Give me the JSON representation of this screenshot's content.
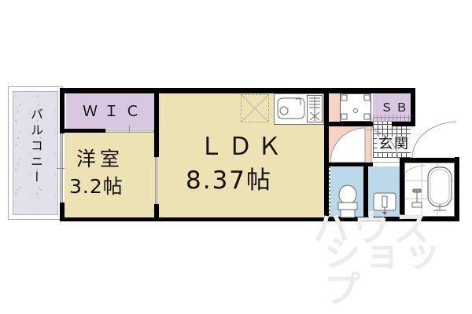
{
  "plan": {
    "rooms": {
      "balcony": {
        "label": "バルコニー"
      },
      "wic": {
        "label": "ＷＩＣ"
      },
      "western_room": {
        "label": "洋室",
        "size": "3.2帖"
      },
      "ldk": {
        "label": "ＬＤＫ",
        "size": "8.37帖"
      },
      "shoe_box": {
        "label": "ＳＢ"
      },
      "entrance": {
        "label": "玄関"
      }
    },
    "fixtures": {
      "fridge_space": "refrigerator-space",
      "sink": "kitchen-sink",
      "cooktop": "gas-cooktop",
      "washer_pan": "washing-machine-pan",
      "toilet": "toilet",
      "vanity": "wash-basin",
      "bathtub": "bathtub",
      "shower": "shower"
    },
    "colors": {
      "ldk_fill": "#ece2b4",
      "wic_fill": "#d9c6e0",
      "hall_fill": "#f8d3c4",
      "wet_fill": "#bcd9ea",
      "balcony_fill": "#e2e1ea",
      "wall": "#000000",
      "text": "#111111"
    },
    "watermark": {
      "line1": "ハウス",
      "line2": "ショップ"
    }
  }
}
